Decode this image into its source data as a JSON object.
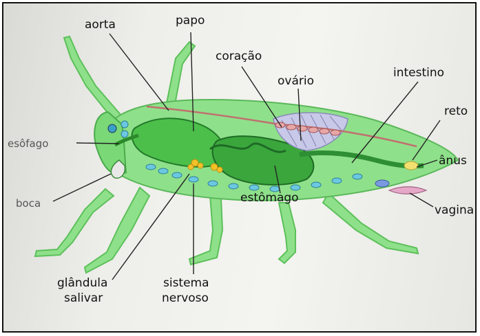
{
  "labels": {
    "aorta": "aorta",
    "papo": "papo",
    "coracao": "coração",
    "ovario": "ovário",
    "intestino": "intestino",
    "reto": "reto",
    "anus": "ânus",
    "esofago": "esôfago",
    "boca": "boca",
    "estomago": "estômago",
    "vagina": "vagina",
    "glandula_line1": "glândula",
    "glandula_line2": "salivar",
    "sistema_line1": "sistema",
    "sistema_line2": "nervoso"
  },
  "colors": {
    "body_light": "#8fe08a",
    "body_mid": "#5fcf5a",
    "body_dark": "#2e9e3a",
    "nerve_cord": "#6cc7e0",
    "ovary": "#c8c8e8",
    "gland": "#f2c22a",
    "vagina": "#e6a8c8",
    "aorta_line": "#c07070"
  }
}
